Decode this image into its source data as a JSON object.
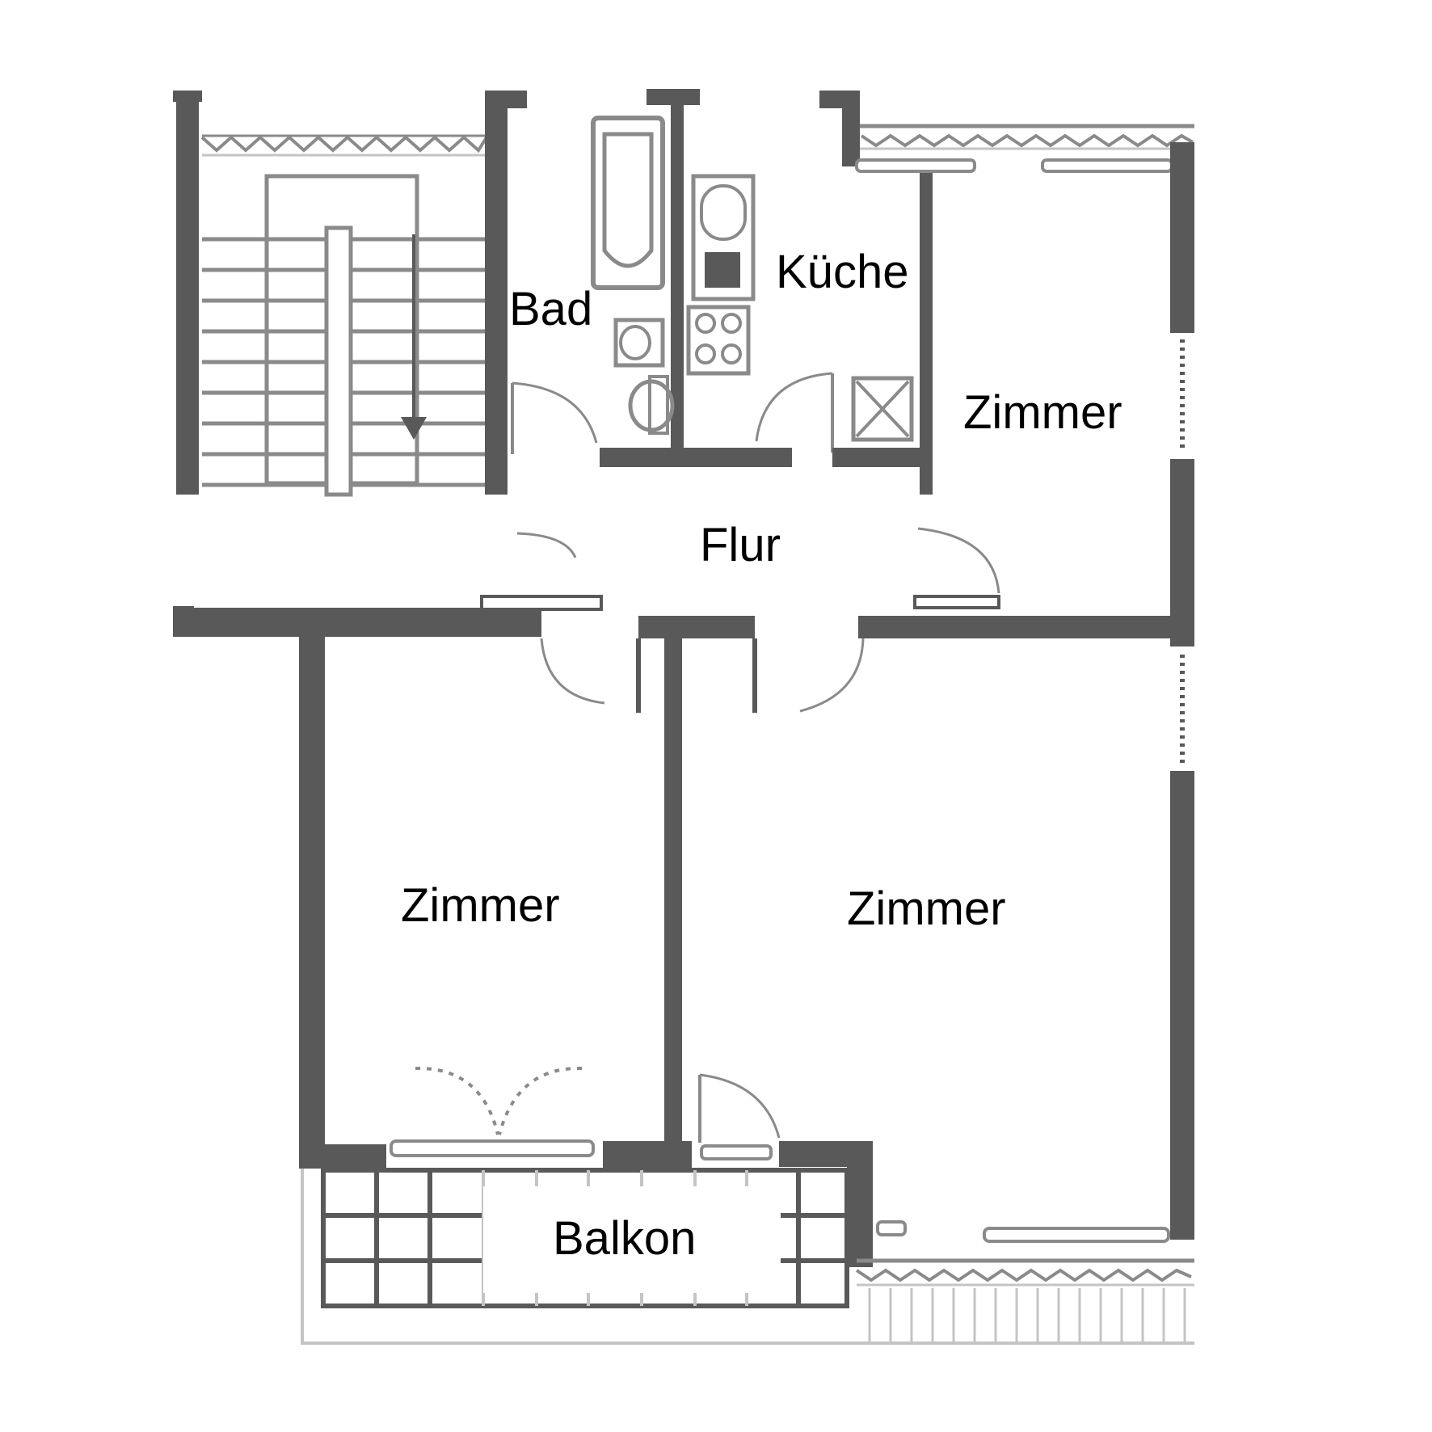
{
  "rooms": {
    "bad": "Bad",
    "kueche": "Küche",
    "zimmer_north": "Zimmer",
    "flur": "Flur",
    "zimmer_west": "Zimmer",
    "zimmer_east": "Zimmer",
    "balkon": "Balkon"
  },
  "colors": {
    "wall": "#595959",
    "thin_line": "#8a8a8a",
    "light_line": "#c4c4c4",
    "background": "#ffffff"
  }
}
